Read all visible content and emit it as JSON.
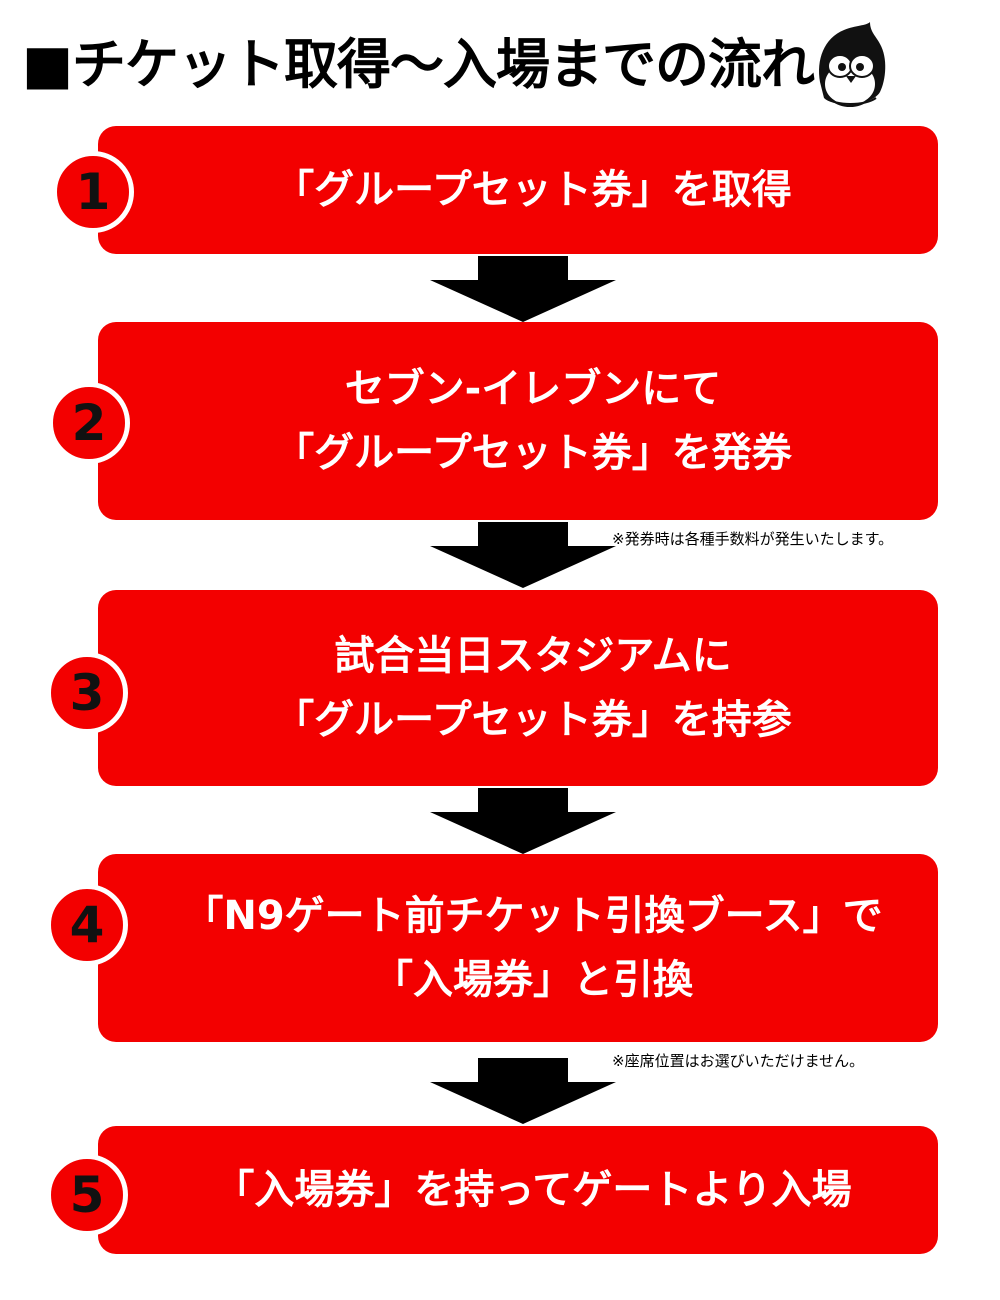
{
  "title": "■チケット取得〜入場までの流れ",
  "steps": [
    {
      "number": "1",
      "lines": [
        "「グループセット券」を取得"
      ]
    },
    {
      "number": "2",
      "lines": [
        "セブン-イレブンにて",
        "「グループセット券」を発券"
      ]
    },
    {
      "number": "3",
      "lines": [
        "試合当日スタジアムに",
        "「グループセット券」を持参"
      ]
    },
    {
      "number": "4",
      "lines": [
        "「N9ゲート前チケット引換ブース」で",
        "「入場券」と引換"
      ]
    },
    {
      "number": "5",
      "lines": [
        "「入場券」を持ってゲートより入場"
      ]
    }
  ],
  "notes": {
    "after_step2": "※発券時は各種手数料が発生いたします。",
    "after_step4": "※座席位置はお選びいただけません。"
  },
  "colors": {
    "step_bg": "#f30000",
    "arrow": "#000000",
    "number": "#111111"
  },
  "icons": {
    "mascot": "penguin-mascot-icon",
    "arrow": "down-arrow-icon"
  }
}
